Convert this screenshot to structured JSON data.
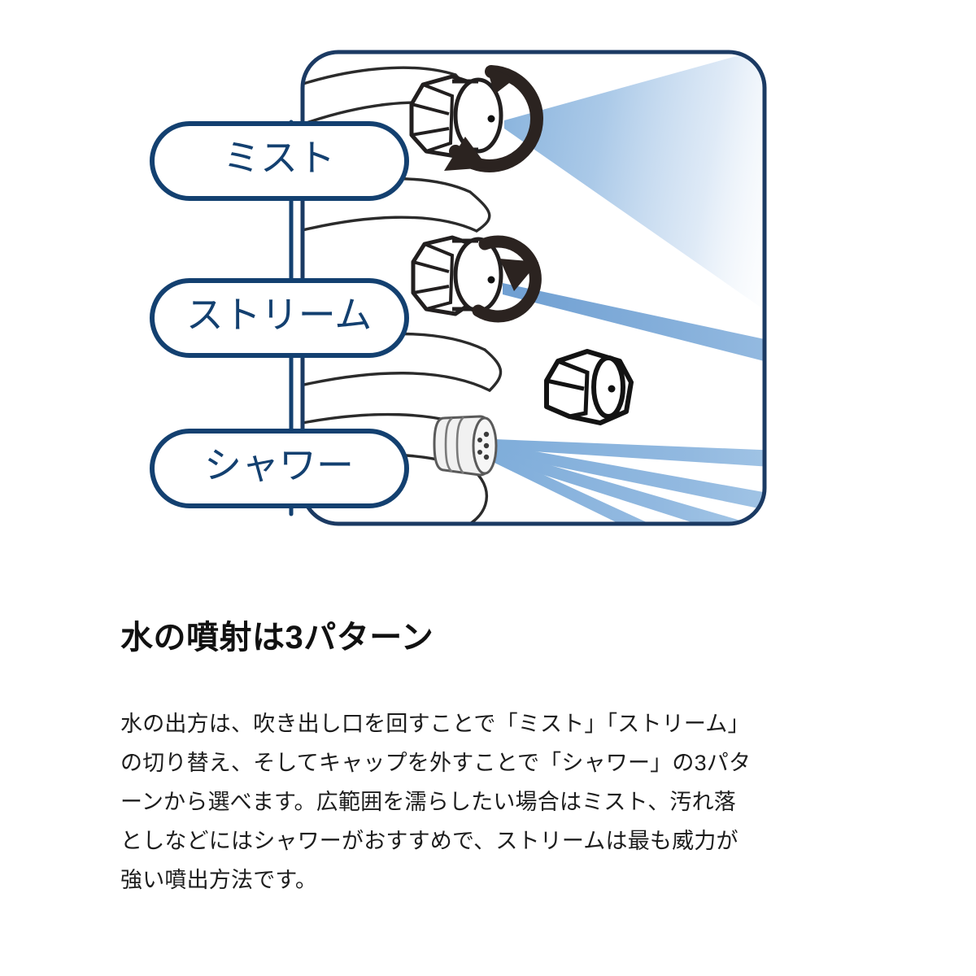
{
  "illustration": {
    "frame": {
      "border_color": "#1b3a63",
      "background": "#ffffff"
    },
    "labels": [
      {
        "id": "mist",
        "text": "ミスト"
      },
      {
        "id": "stream",
        "text": "ストリーム"
      },
      {
        "id": "shower",
        "text": "シャワー"
      }
    ],
    "label_style": {
      "border_color": "#134070",
      "text_color": "#134070",
      "fill": "#ffffff"
    },
    "spray_colors": {
      "mist_cone_near": "#8ab4de",
      "mist_cone_far": "#ffffff",
      "stream_jet": "#7fa9d8",
      "shower_jet": "#8fb7de"
    },
    "parts": {
      "mist_nozzle": "rotating spray nozzle producing a wide mist cone",
      "stream_nozzle": "rotating spray nozzle producing a single narrow jet",
      "shower_head": "exposed shower outlet with multiple holes",
      "removed_cap": "detached nozzle cap",
      "rotation_arrow": "curved rotation arrow around the nozzle"
    }
  },
  "heading": "水の噴射は3パターン",
  "body_lines": [
    "水の出方は、吹き出し口を回すことで「ミスト」「ストリーム」",
    "の切り替え、そしてキャップを外すことで「シャワー」の3パタ",
    "ーンから選べます。広範囲を濡らしたい場合はミスト、汚れ落",
    "としなどにはシャワーがおすすめで、ストリームは最も威力が",
    "強い噴出方法です。"
  ]
}
